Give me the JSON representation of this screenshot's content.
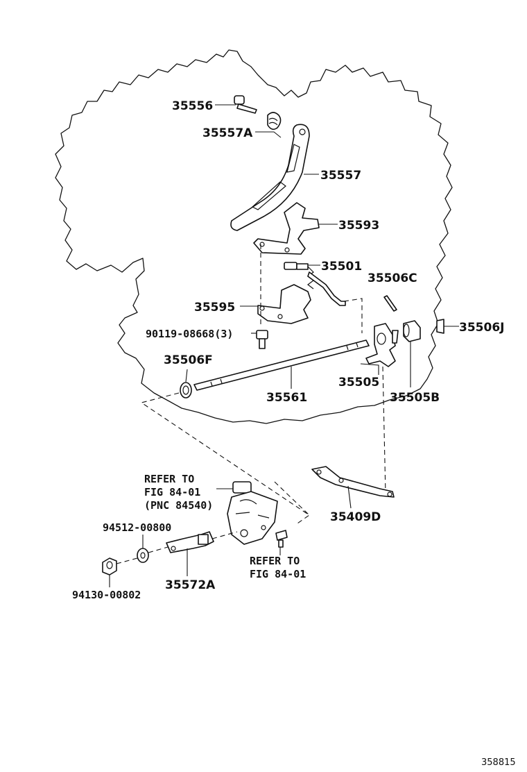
{
  "diagram": {
    "labels": {
      "p35556": "35556",
      "p35557A": "35557A",
      "p35557": "35557",
      "p35593": "35593",
      "p35501": "35501",
      "p35506C": "35506C",
      "p35595": "35595",
      "p90119": "90119-08668(3)",
      "p35506J": "35506J",
      "p35506F": "35506F",
      "p35505": "35505",
      "p35561": "35561",
      "p35505B": "35505B",
      "p35409D": "35409D",
      "p94512": "94512-00800",
      "p94130": "94130-00802",
      "p35572A": "35572A"
    },
    "refer1": {
      "line1": "REFER TO",
      "line2": "FIG 84-01",
      "line3": "(PNC 84540)"
    },
    "refer2": {
      "line1": "REFER TO",
      "line2": "FIG 84-01"
    },
    "figure_id": "358815"
  }
}
